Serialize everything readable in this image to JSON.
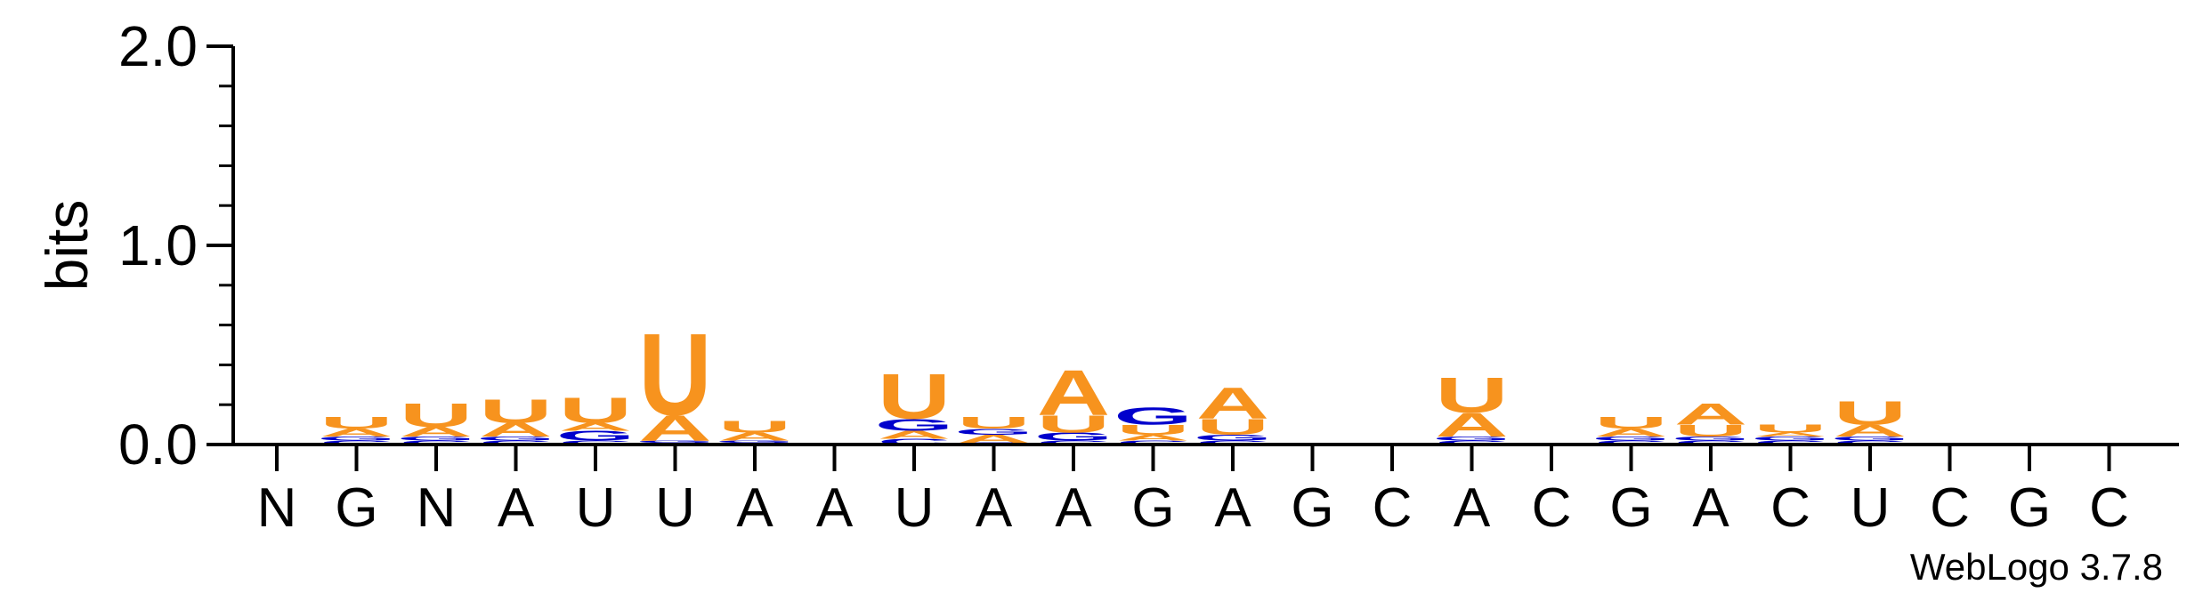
{
  "chart_data": {
    "type": "sequence-logo",
    "ylabel": "bits",
    "ylim": [
      0,
      2
    ],
    "yticks": [
      "0.0",
      "1.0",
      "2.0"
    ],
    "xticks": [
      "N",
      "G",
      "N",
      "A",
      "U",
      "U",
      "A",
      "A",
      "U",
      "A",
      "A",
      "G",
      "A",
      "G",
      "C",
      "A",
      "C",
      "G",
      "A",
      "C",
      "U",
      "C",
      "G",
      "C"
    ],
    "footer": "WebLogo 3.7.8",
    "colors": {
      "U": "#f7931e",
      "A": "#f7931e",
      "G": "#0000cc",
      "C": "#0000cc"
    },
    "positions": [
      {
        "letters": []
      },
      {
        "letters": [
          {
            "l": "C",
            "h": 0.02
          },
          {
            "l": "G",
            "h": 0.02
          },
          {
            "l": "A",
            "h": 0.04
          },
          {
            "l": "U",
            "h": 0.06
          }
        ]
      },
      {
        "letters": [
          {
            "l": "C",
            "h": 0.02
          },
          {
            "l": "G",
            "h": 0.02
          },
          {
            "l": "A",
            "h": 0.05
          },
          {
            "l": "U",
            "h": 0.12
          }
        ]
      },
      {
        "letters": [
          {
            "l": "C",
            "h": 0.02
          },
          {
            "l": "G",
            "h": 0.02
          },
          {
            "l": "A",
            "h": 0.07
          },
          {
            "l": "U",
            "h": 0.12
          }
        ]
      },
      {
        "letters": [
          {
            "l": "C",
            "h": 0.02
          },
          {
            "l": "G",
            "h": 0.05
          },
          {
            "l": "A",
            "h": 0.04
          },
          {
            "l": "U",
            "h": 0.13
          }
        ]
      },
      {
        "letters": [
          {
            "l": "C",
            "h": 0.01
          },
          {
            "l": "G",
            "h": 0.01
          },
          {
            "l": "A",
            "h": 0.13
          },
          {
            "l": "U",
            "h": 0.42
          }
        ]
      },
      {
        "letters": [
          {
            "l": "C",
            "h": 0.01
          },
          {
            "l": "G",
            "h": 0.01
          },
          {
            "l": "A",
            "h": 0.04
          },
          {
            "l": "U",
            "h": 0.06
          }
        ]
      },
      {
        "letters": []
      },
      {
        "letters": [
          {
            "l": "C",
            "h": 0.03
          },
          {
            "l": "A",
            "h": 0.04
          },
          {
            "l": "G",
            "h": 0.06
          },
          {
            "l": "U",
            "h": 0.23
          }
        ]
      },
      {
        "letters": [
          {
            "l": "C",
            "h": 0.01
          },
          {
            "l": "A",
            "h": 0.04
          },
          {
            "l": "G",
            "h": 0.03
          },
          {
            "l": "U",
            "h": 0.06
          }
        ]
      },
      {
        "letters": [
          {
            "l": "C",
            "h": 0.02
          },
          {
            "l": "G",
            "h": 0.04
          },
          {
            "l": "U",
            "h": 0.09
          },
          {
            "l": "A",
            "h": 0.23
          }
        ]
      },
      {
        "letters": [
          {
            "l": "C",
            "h": 0.02
          },
          {
            "l": "A",
            "h": 0.03
          },
          {
            "l": "U",
            "h": 0.05
          },
          {
            "l": "G",
            "h": 0.09
          }
        ]
      },
      {
        "letters": [
          {
            "l": "C",
            "h": 0.02
          },
          {
            "l": "G",
            "h": 0.03
          },
          {
            "l": "U",
            "h": 0.08
          },
          {
            "l": "A",
            "h": 0.16
          }
        ]
      },
      {
        "letters": []
      },
      {
        "letters": []
      },
      {
        "letters": [
          {
            "l": "C",
            "h": 0.02
          },
          {
            "l": "G",
            "h": 0.02
          },
          {
            "l": "A",
            "h": 0.12
          },
          {
            "l": "U",
            "h": 0.18
          }
        ]
      },
      {
        "letters": []
      },
      {
        "letters": [
          {
            "l": "C",
            "h": 0.02
          },
          {
            "l": "G",
            "h": 0.02
          },
          {
            "l": "A",
            "h": 0.04
          },
          {
            "l": "U",
            "h": 0.06
          }
        ]
      },
      {
        "letters": [
          {
            "l": "C",
            "h": 0.02
          },
          {
            "l": "G",
            "h": 0.02
          },
          {
            "l": "U",
            "h": 0.06
          },
          {
            "l": "A",
            "h": 0.11
          }
        ]
      },
      {
        "letters": [
          {
            "l": "C",
            "h": 0.02
          },
          {
            "l": "G",
            "h": 0.02
          },
          {
            "l": "A",
            "h": 0.02
          },
          {
            "l": "U",
            "h": 0.04
          }
        ]
      },
      {
        "letters": [
          {
            "l": "C",
            "h": 0.02
          },
          {
            "l": "G",
            "h": 0.02
          },
          {
            "l": "A",
            "h": 0.06
          },
          {
            "l": "U",
            "h": 0.12
          }
        ]
      },
      {
        "letters": []
      },
      {
        "letters": []
      },
      {
        "letters": []
      }
    ]
  }
}
